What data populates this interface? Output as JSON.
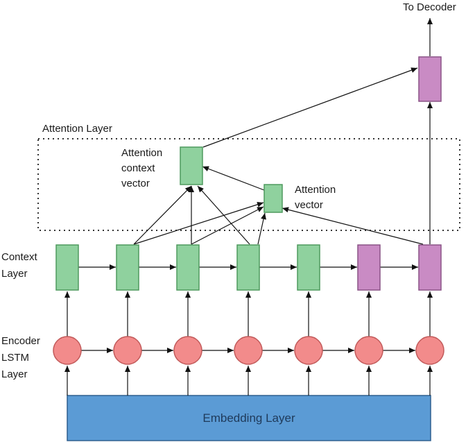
{
  "labels": {
    "to_decoder": "To Decoder",
    "attention_layer": "Attention Layer",
    "attention_context_vector": [
      "Attention",
      "context",
      "vector"
    ],
    "attention_vector": [
      "Attention",
      "vector"
    ],
    "context_layer": [
      "Context",
      "Layer"
    ],
    "encoder_lstm_layer": [
      "Encoder",
      "LSTM",
      "Layer"
    ],
    "embedding_layer": "Embedding Layer"
  },
  "colors": {
    "context_green": "#8fd19e",
    "context_green_border": "#4f9a5f",
    "context_purple": "#c98bc4",
    "context_purple_border": "#8a5386",
    "lstm_red": "#f28b8b",
    "lstm_red_border": "#c25a5a",
    "embedding_blue": "#5b9bd5",
    "embedding_blue_border": "#2e5f8e",
    "arrow": "#111111"
  },
  "context_layer_cells": [
    "green",
    "green",
    "green",
    "green",
    "green",
    "purple",
    "purple"
  ],
  "encoder_lstm_cells": 7
}
